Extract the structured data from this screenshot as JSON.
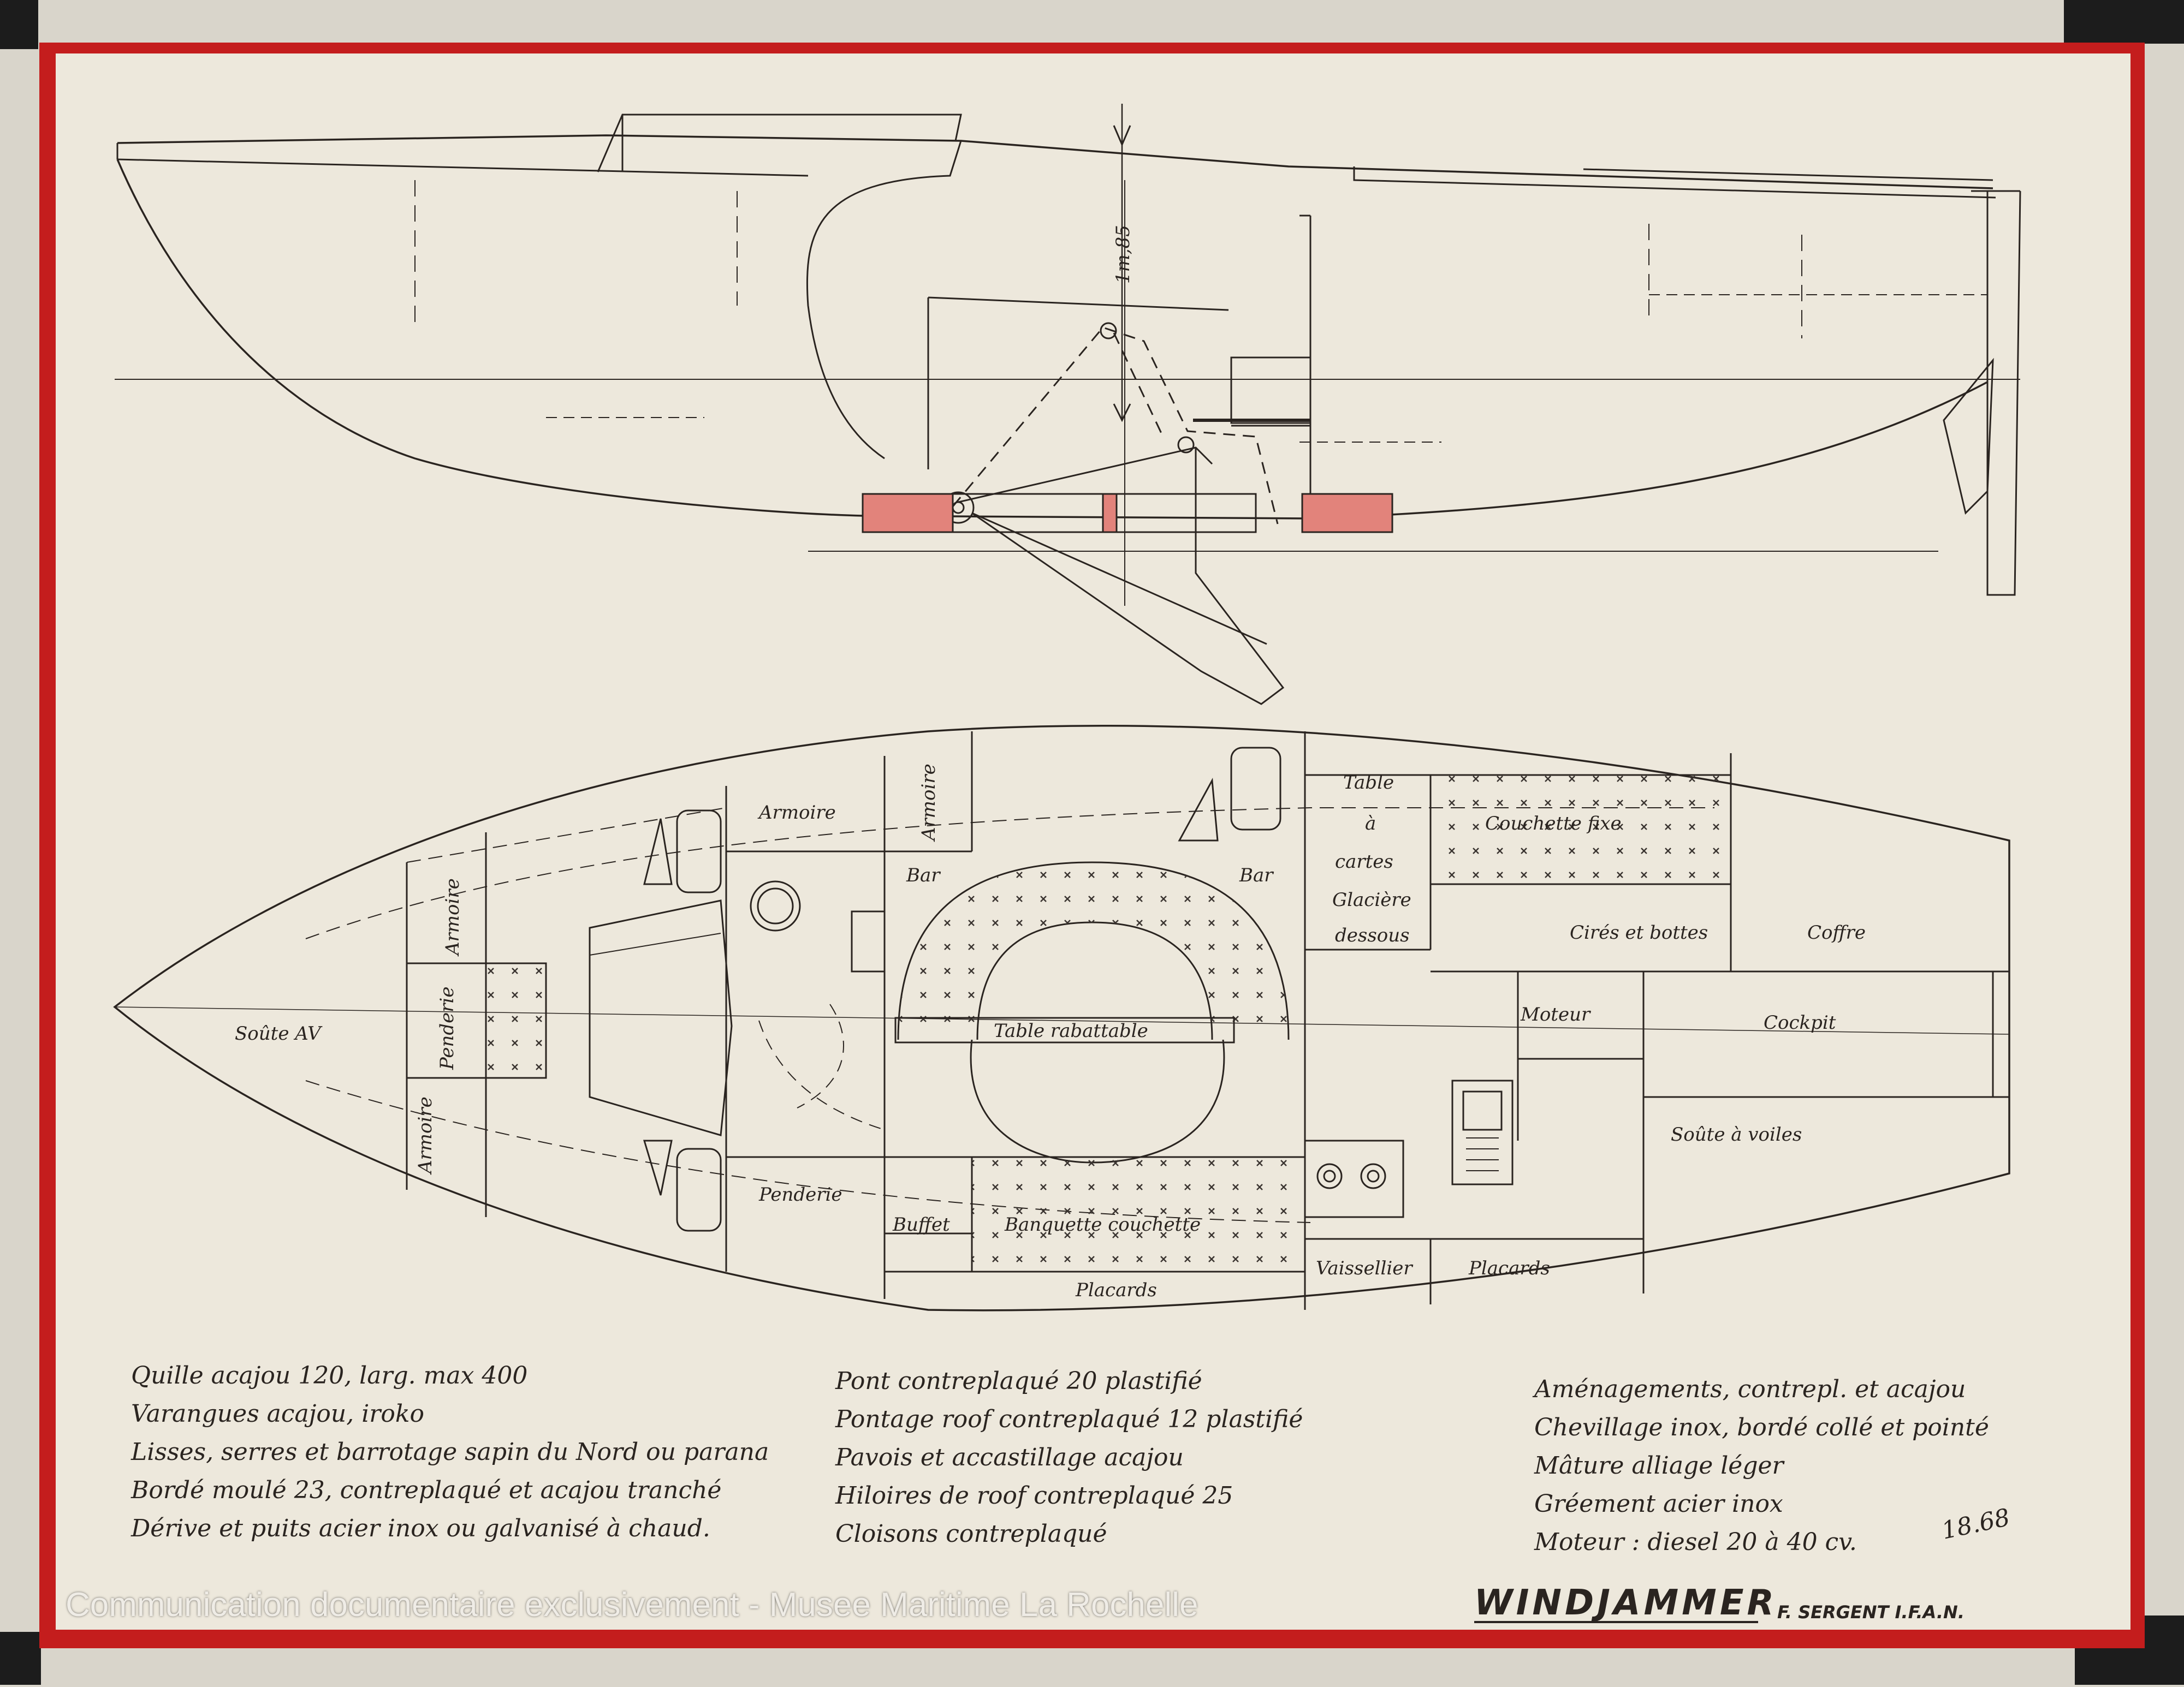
{
  "rooms": {
    "soute_av": "Soûte AV",
    "armoire_1": "Armoire",
    "armoire_2": "Armoire",
    "armoire_3": "Armoire",
    "armoire_4": "Armoire",
    "penderie_1": "Penderie",
    "penderie_2": "Penderie",
    "bar_1": "Bar",
    "bar_2": "Bar",
    "table_rabattable": "Table rabattable",
    "buffet": "Buffet",
    "banquette": "Banquette couchette",
    "placards_1": "Placards",
    "placards_2": "Placards",
    "vaissellier": "Vaissellier",
    "table_cartes_1": "Table",
    "table_cartes_2": "à",
    "table_cartes_3": "cartes",
    "glaciere_1": "Glacière",
    "glaciere_2": "dessous",
    "couchette_fixe": "Couchette fixe",
    "cires_bottes": "Cirés et bottes",
    "coffre": "Coffre",
    "moteur": "Moteur",
    "cockpit": "Cockpit",
    "soute_voiles": "Soûte à voiles"
  },
  "dimension_label": "1m,85",
  "notes_left": [
    "Quille acajou 120, larg. max 400",
    "Varangues acajou, iroko",
    "Lisses, serres et barrotage sapin du Nord ou parana",
    "Bordé moulé 23, contreplaqué et acajou tranché",
    "Dérive et puits acier inox ou galvanisé à chaud."
  ],
  "notes_middle": [
    "Pont contreplaqué 20 plastifié",
    "Pontage roof contreplaqué 12 plastifié",
    "Pavois et accastillage acajou",
    "Hiloires de roof contreplaqué 25",
    "Cloisons contreplaqué"
  ],
  "notes_right": [
    "Aménagements, contrepl. et acajou",
    "Chevillage inox, bordé collé et pointé",
    "Mâture alliage léger",
    "Gréement acier inox",
    "Moteur : diesel 20 à 40 cv."
  ],
  "reference": "18.68",
  "boat_name": "WINDJAMMER",
  "designer": "F. SERGENT I.F.A.N.",
  "watermark": "Communication documentaire exclusivement - Musee Maritime La Rochelle",
  "colors": {
    "frame": "#c41d1d",
    "paper": "#ede8dc",
    "ink": "#2a2420",
    "ballast": "#e2837b"
  }
}
